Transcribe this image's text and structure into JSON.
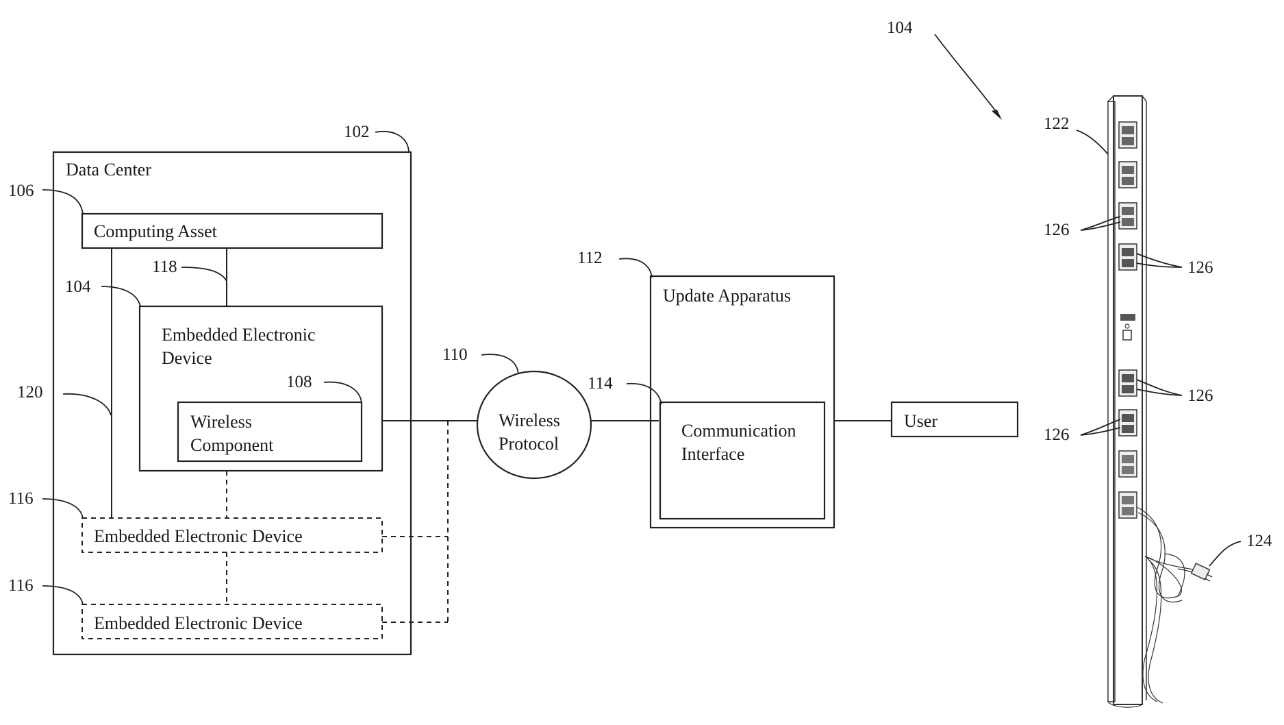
{
  "labels": {
    "data_center": "Data Center",
    "computing_asset": "Computing Asset",
    "eed_line1": "Embedded Electronic",
    "eed_line2": "Device",
    "wireless_component_line1": "Wireless",
    "wireless_component_line2": "Component",
    "eed_dashed_1": "Embedded Electronic Device",
    "eed_dashed_2": "Embedded Electronic Device",
    "wireless_protocol_line1": "Wireless",
    "wireless_protocol_line2": "Protocol",
    "update_apparatus": "Update Apparatus",
    "comm_interface_line1": "Communication",
    "comm_interface_line2": "Interface",
    "user": "User"
  },
  "refs": {
    "r102": "102",
    "r104_left": "104",
    "r104_top": "104",
    "r106": "106",
    "r108": "108",
    "r110": "110",
    "r112": "112",
    "r114": "114",
    "r116_a": "116",
    "r116_b": "116",
    "r118": "118",
    "r120": "120",
    "r122": "122",
    "r124": "124",
    "r126_a": "126",
    "r126_b": "126",
    "r126_c": "126",
    "r126_d": "126"
  }
}
